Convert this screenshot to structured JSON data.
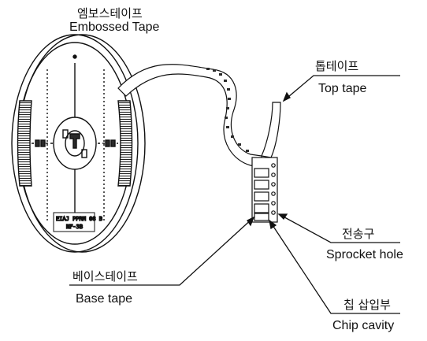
{
  "callouts": {
    "embossed_tape": {
      "ko": "엠보스테이프",
      "en": "Embossed Tape"
    },
    "top_tape": {
      "ko": "톱테이프",
      "en": "Top tape"
    },
    "sprocket_hole": {
      "ko": "전송구",
      "en": "Sprocket hole"
    },
    "base_tape": {
      "ko": "베이스테이프",
      "en": "Base tape"
    },
    "chip_cavity": {
      "ko": "칩 삽입부",
      "en": "Chip cavity"
    }
  },
  "reel_label": {
    "line1": "EIAJ PPRM 08 B",
    "line2": "NF-3B"
  },
  "colors": {
    "ink": "#111111",
    "fill_dark": "#2a2a2a",
    "fill_hatch": "#555555",
    "background": "#ffffff"
  }
}
